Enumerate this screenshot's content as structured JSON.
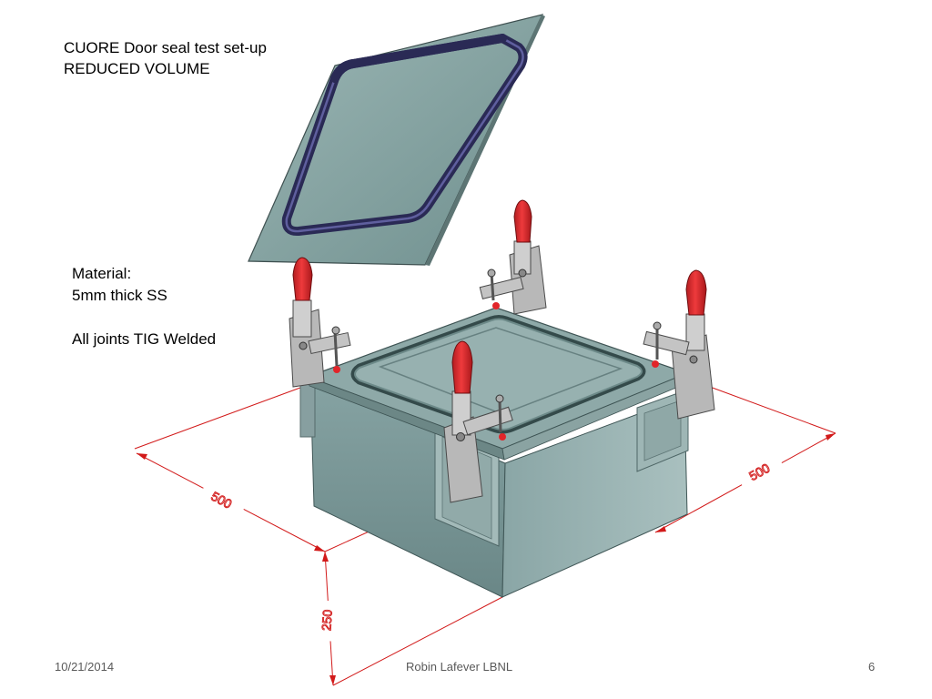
{
  "slide": {
    "title_lines": [
      "CUORE Door seal test set-up",
      "REDUCED VOLUME"
    ],
    "material_lines": [
      "Material:",
      "5mm thick SS",
      "",
      "All joints TIG Welded"
    ],
    "footer": {
      "date": "10/21/2014",
      "author": "Robin Lafever LBNL",
      "page": "6"
    }
  },
  "drawing": {
    "dimensions": {
      "width_left": "500",
      "width_right": "500",
      "height": "250"
    },
    "colors": {
      "dimension_lines": "#d21a1a",
      "steel_panel": "#7f9d9d",
      "seal_gasket": "#2a2a55",
      "clamp_handle": "#d8262a",
      "clamp_body": "#b8b8b8"
    }
  }
}
